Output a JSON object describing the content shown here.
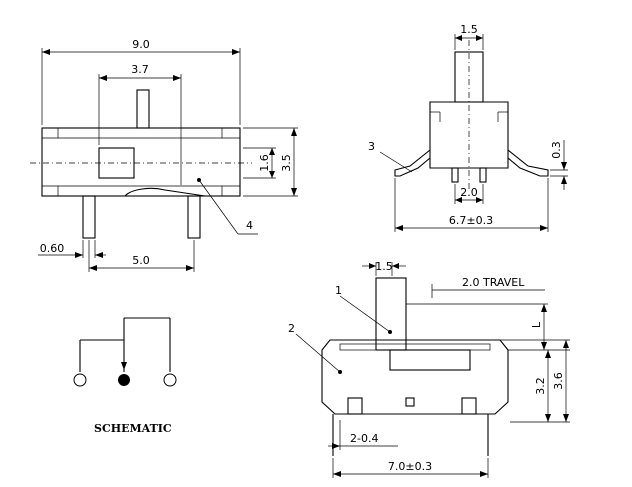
{
  "dims": {
    "top_width": "9.0",
    "top_actuator": "3.7",
    "top_height": "3.5",
    "top_inner": "1.6",
    "top_pin": "0.60",
    "top_pin_pitch": "5.0",
    "side_knob": "1.5",
    "side_thickness": "0.3",
    "side_pitch": "2.0",
    "side_width": "6.7±0.3",
    "front_knob": "1.5",
    "front_travel": "2.0 TRAVEL",
    "front_l": "L",
    "front_body": "3.2",
    "front_height": "3.6",
    "front_pitch": "2-0.4",
    "front_width": "7.0±0.3"
  },
  "callouts": {
    "one": "1",
    "two": "2",
    "three": "3",
    "four": "4"
  },
  "schematic": {
    "title": "SCHEMATIC"
  }
}
